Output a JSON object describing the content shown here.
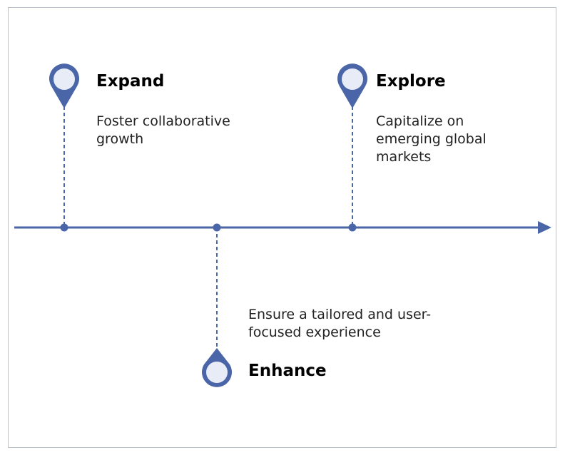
{
  "colors": {
    "accent": "#4a66a8",
    "pin_fill": "#e8ecf6",
    "frame": "#b9c2cc"
  },
  "milestones": [
    {
      "title": "Expand",
      "description": "Foster collaborative growth",
      "position": "above",
      "icon": "location-pin-icon"
    },
    {
      "title": "Explore",
      "description": "Capitalize on emerging global markets",
      "position": "above",
      "icon": "location-pin-icon"
    },
    {
      "title": "Enhance",
      "description": "Ensure a tailored and user-focused experience",
      "position": "below",
      "icon": "location-pin-icon"
    }
  ]
}
